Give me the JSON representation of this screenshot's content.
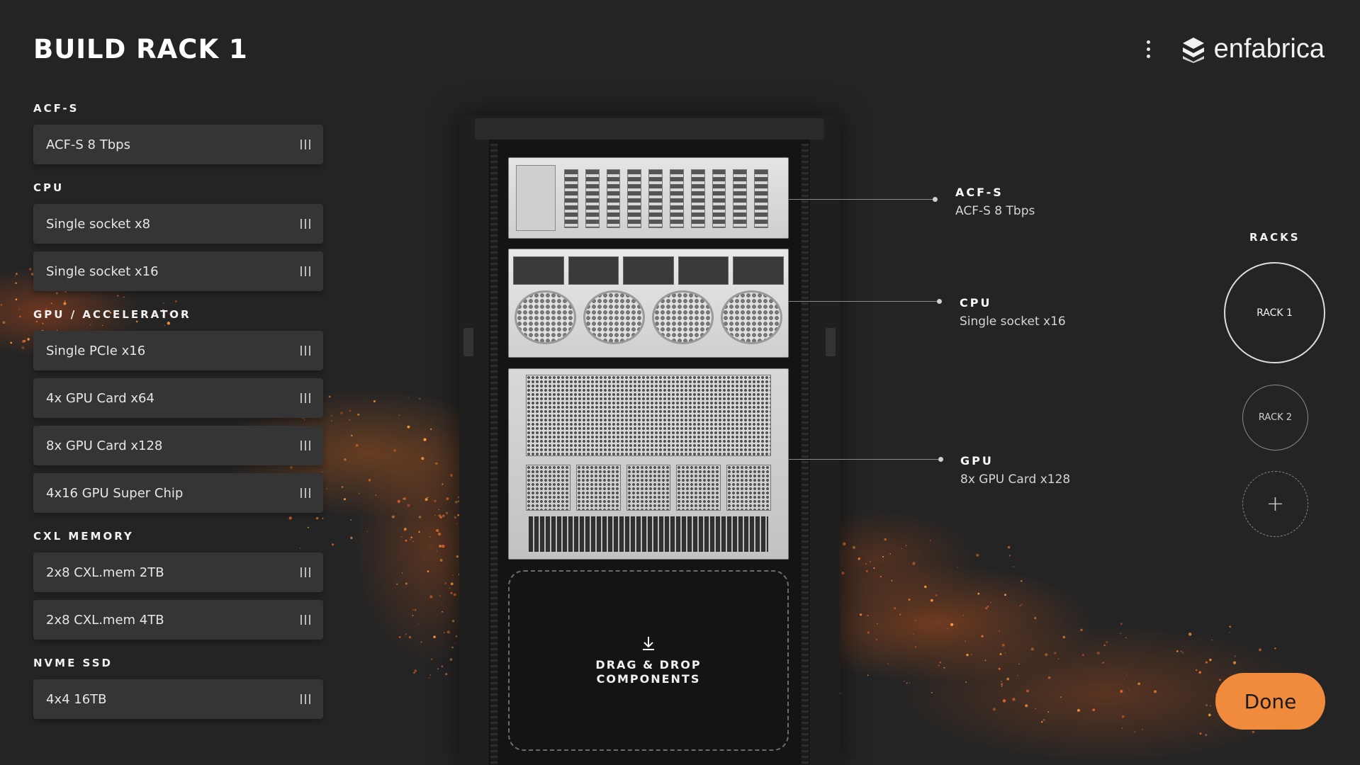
{
  "header": {
    "title": "BUILD RACK 1",
    "brand_name": "enfabrica",
    "menu_icon": "kebab-icon",
    "logo_icon": "enfabrica-logo-icon"
  },
  "sidebar": {
    "sections": [
      {
        "label": "ACF-S",
        "items": [
          "ACF-S 8 Tbps"
        ]
      },
      {
        "label": "CPU",
        "items": [
          "Single socket x8",
          "Single socket x16"
        ]
      },
      {
        "label": "GPU / ACCELERATOR",
        "items": [
          "Single PCIe x16",
          "4x GPU Card x64",
          "8x GPU Card x128",
          "4x16 GPU Super Chip"
        ]
      },
      {
        "label": "CXL MEMORY",
        "items": [
          "2x8 CXL.mem 2TB",
          "2x8 CXL.mem 4TB"
        ]
      },
      {
        "label": "NVME SSD",
        "items": [
          "4x4 16TB"
        ]
      }
    ],
    "drag_icon": "drag-handle-icon"
  },
  "rack": {
    "drop_zone": {
      "line1": "DRAG & DROP",
      "line2": "COMPONENTS",
      "icon": "download-arrow-icon"
    },
    "callouts": [
      {
        "title": "ACF-S",
        "value": "ACF-S  8 Tbps"
      },
      {
        "title": "CPU",
        "value": "Single socket x16"
      },
      {
        "title": "GPU",
        "value": "8x GPU Card x128"
      }
    ]
  },
  "racks_panel": {
    "label": "RACKS",
    "racks": [
      "RACK 1",
      "RACK 2"
    ],
    "add_label": "+"
  },
  "done_label": "Done",
  "colors": {
    "background": "#242424",
    "accent": "#f08a3c",
    "card": "#353535"
  }
}
